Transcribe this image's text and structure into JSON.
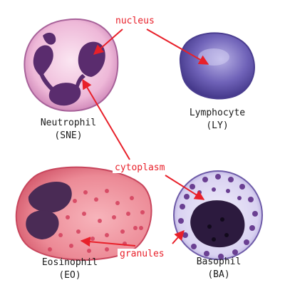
{
  "cells": {
    "neutrophil": {
      "name": "Neutrophil",
      "abbr": "(SNE)"
    },
    "lymphocyte": {
      "name": "Lymphocyte",
      "abbr": "(LY)"
    },
    "eosinophil": {
      "name": "Eosinophil",
      "abbr": "(EO)"
    },
    "basophil": {
      "name": "Basophil",
      "abbr": "(BA)"
    }
  },
  "annotations": {
    "nucleus": "nucleus",
    "cytoplasm": "cytoplasm",
    "granules": "granules"
  },
  "colors": {
    "annotation": "#e8202a",
    "neutrophil_cytoplasm": "#e9a9cf",
    "neutrophil_nucleus": "#5a2c6e",
    "lymphocyte": "#5b4aa0",
    "eosinophil_cytoplasm": "#f08f9a",
    "eosinophil_nucleus": "#4a2b55",
    "basophil_cytoplasm": "#d6cff0",
    "basophil_granule": "#6a3f92"
  }
}
